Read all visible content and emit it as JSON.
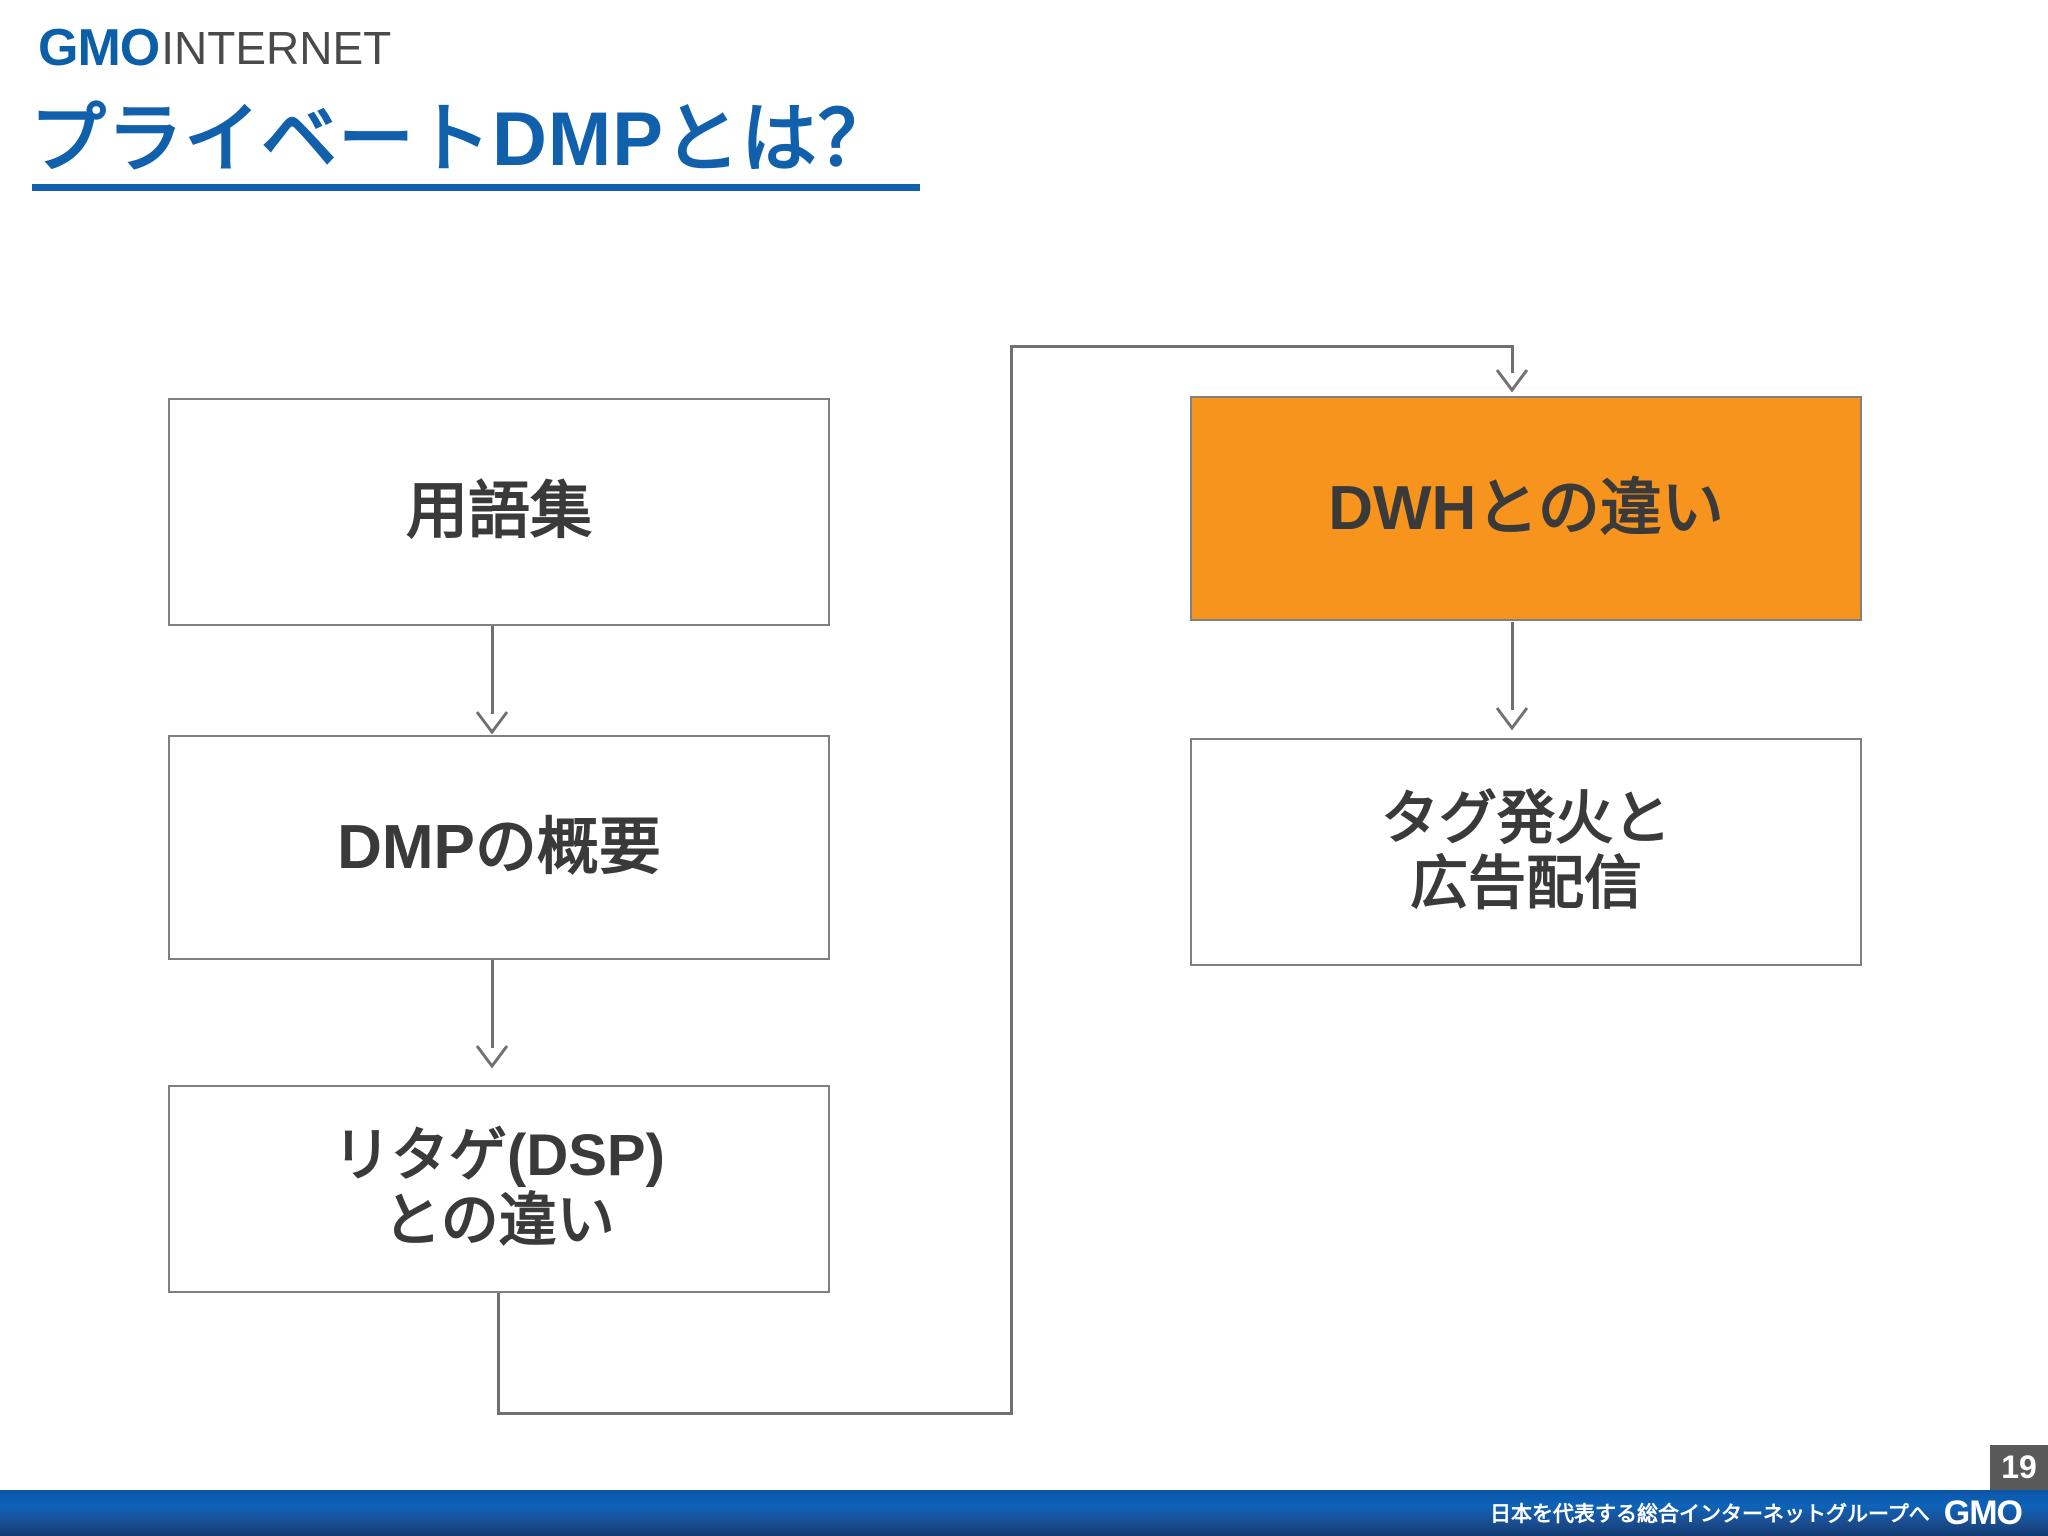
{
  "brand": {
    "logo_primary": "GMO",
    "logo_secondary": "INTERNET",
    "primary_color": "#1160AC",
    "accent_color": "#F7941D",
    "box_border_color": "#808080",
    "text_color": "#3A3A3A"
  },
  "slide": {
    "title": "プライベートDMPとは？",
    "page_number": "19"
  },
  "diagram": {
    "type": "flowchart",
    "nodes": [
      {
        "id": "glossary",
        "label": "用語集",
        "lines": [
          "用語集"
        ],
        "highlighted": false,
        "column": "left",
        "order": 1
      },
      {
        "id": "dmp-overview",
        "label": "DMPの概要",
        "lines": [
          "DMPの概要"
        ],
        "highlighted": false,
        "column": "left",
        "order": 2
      },
      {
        "id": "retargeting-diff",
        "label": "リタゲ(DSP)との違い",
        "lines": [
          "リタゲ(DSP)",
          "との違い"
        ],
        "highlighted": false,
        "column": "left",
        "order": 3
      },
      {
        "id": "dwh-diff",
        "label": "DWHとの違い",
        "lines": [
          "DWHとの違い"
        ],
        "highlighted": true,
        "column": "right",
        "order": 4
      },
      {
        "id": "tag-fire-ad-delivery",
        "label": "タグ発火と広告配信",
        "lines": [
          "タグ発火と",
          "広告配信"
        ],
        "highlighted": false,
        "column": "right",
        "order": 5
      }
    ],
    "edges": [
      {
        "from": "glossary",
        "to": "dmp-overview",
        "style": "arrow-down"
      },
      {
        "from": "dmp-overview",
        "to": "retargeting-diff",
        "style": "arrow-down"
      },
      {
        "from": "retargeting-diff",
        "to": "dwh-diff",
        "style": "arrow-wraparound"
      },
      {
        "from": "dwh-diff",
        "to": "tag-fire-ad-delivery",
        "style": "arrow-down"
      }
    ]
  },
  "footer": {
    "tagline": "日本を代表する総合インターネットグループへ",
    "logo": "GMO"
  }
}
